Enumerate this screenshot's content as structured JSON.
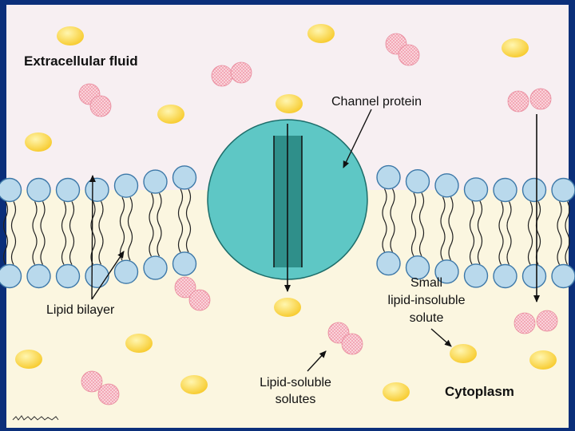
{
  "labels": {
    "extracellular": "Extracellular fluid",
    "channel_protein": "Channel protein",
    "lipid_bilayer": "Lipid bilayer",
    "small_solute_line1": "Small",
    "small_solute_line2": "lipid-insoluble",
    "small_solute_line3": "solute",
    "lipid_soluble_line1": "Lipid-soluble",
    "lipid_soluble_line2": "solutes",
    "cytoplasm": "Cytoplasm"
  },
  "colors": {
    "frame": "#0b2f7a",
    "extracellular_bg": "#f7eff2",
    "cytoplasm_bg": "#fbf6e0",
    "head_fill": "#b9d9ec",
    "head_stroke": "#3d78a8",
    "protein": "#5ec7c5",
    "protein_stroke": "#1d6d6a",
    "channel": "#2f8f8a",
    "yellow_solute": "#fde36b",
    "pink_solute": "#f3a8b6"
  },
  "icons": [
    "lipid-head-icon",
    "yellow-solute-icon",
    "pink-solute-icon",
    "arrow-icon"
  ]
}
